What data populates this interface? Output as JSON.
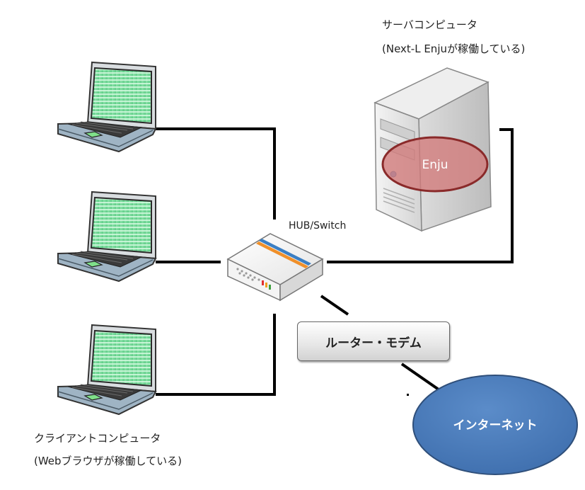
{
  "server": {
    "title": "サーバコンピュータ",
    "subtitle": "(Next-L Enjuが稼働している)",
    "app_label": "Enju"
  },
  "hub": {
    "label": "HUB/Switch"
  },
  "router": {
    "label": "ルーター・モデム"
  },
  "internet": {
    "label": "インターネット"
  },
  "client": {
    "title": "クライアントコンピュータ",
    "subtitle": "(Webブラウザが稼働している)"
  },
  "colors": {
    "line": "#000000",
    "screen": "#7fe0a0",
    "screen_stripe": "#c8f7d8",
    "laptop_body": "#9fb4c4",
    "laptop_dark": "#2b2b2b",
    "trackpad": "#7fe08a",
    "internet_fill": "#4f7fbf",
    "internet_stroke": "#2f4f7a",
    "enju_fill": "#d98787",
    "enju_stroke": "#8a2a2a",
    "hub_stripe_blue": "#3b7fc4",
    "hub_stripe_orange": "#f0902a"
  }
}
